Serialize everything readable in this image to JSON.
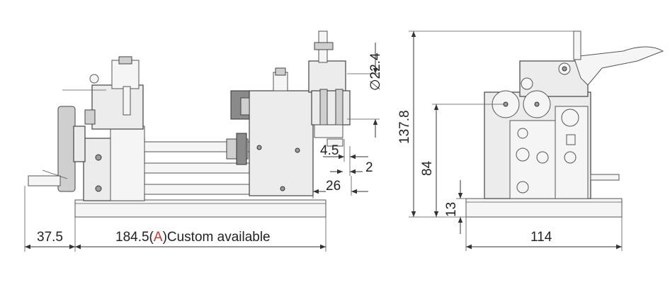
{
  "diagram": {
    "front_view": {
      "dim_left": "37.5",
      "dim_length_value": "184.5",
      "dim_length_paren_open": "(",
      "dim_length_mark": "A",
      "dim_length_paren_close": ")",
      "dim_length_note": "Custom available",
      "dim_diameter": "∅22.4",
      "dim_4_5": "4.5",
      "dim_2": "2",
      "dim_26": "26"
    },
    "side_view": {
      "dim_height_total": "137.8",
      "dim_height_roller": "84",
      "dim_height_base": "13",
      "dim_width": "114"
    },
    "colors": {
      "accent_mark": "#c0392b",
      "line": "#333333",
      "body_fill": "#ececec"
    }
  }
}
